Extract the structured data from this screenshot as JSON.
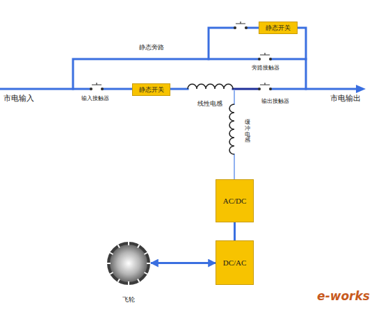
{
  "diagram": {
    "nodes": [
      {
        "text": [
          "静态开关"
        ]
      },
      {
        "text": [
          "静态开关"
        ]
      },
      {
        "text": [
          "AC/DC"
        ]
      },
      {
        "text": [
          "DC/AC"
        ]
      },
      {
        "text": [
          "飞轮"
        ]
      }
    ],
    "edges": [
      {
        "from": 2,
        "to": 3,
        "arrow": "none"
      },
      {
        "from": 4,
        "to": 3,
        "arrow": "both"
      }
    ],
    "labels": [
      "市电输入",
      "输入接触器",
      "线性电感",
      "输出接触器",
      "市电输出",
      "静态旁路",
      "旁路接触器",
      "缓冲电感",
      "e-works"
    ]
  }
}
